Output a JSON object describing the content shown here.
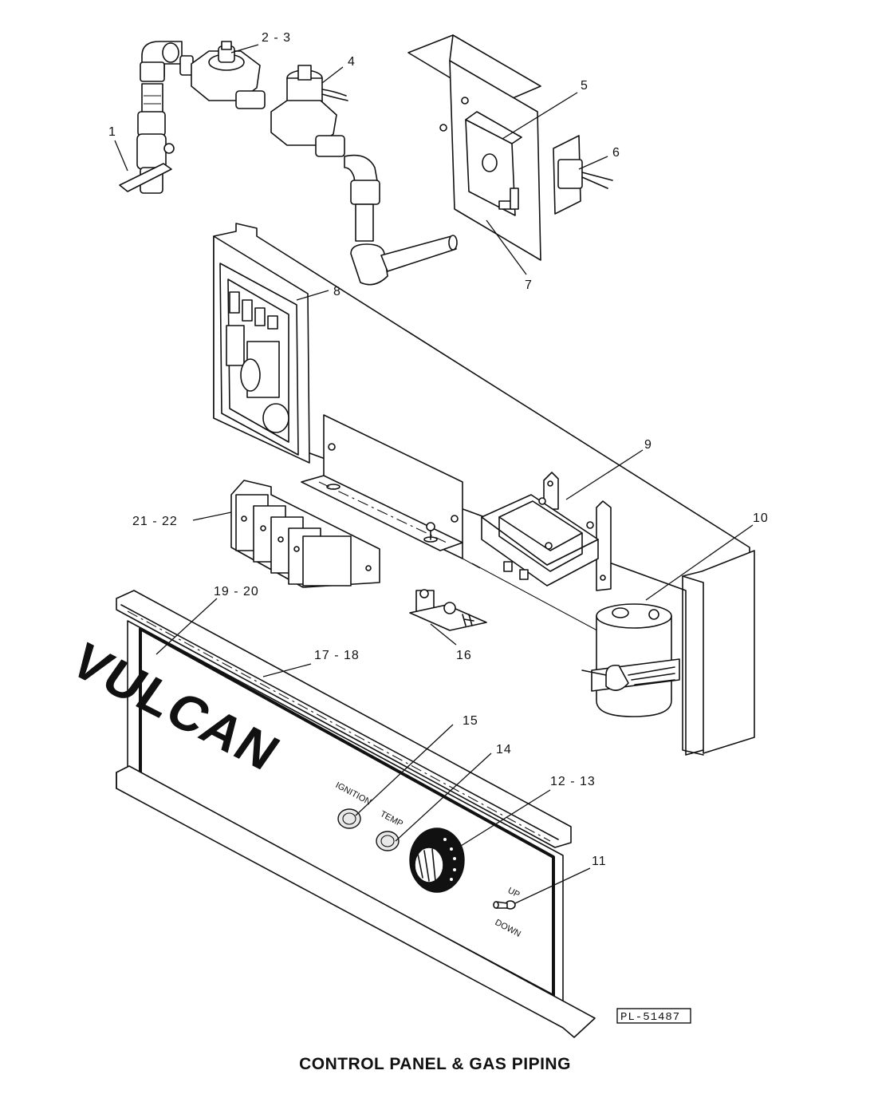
{
  "caption": "CONTROL  PANEL  &  GAS PIPING",
  "drawing_ref": "PL-51487",
  "brand": "VULCAN",
  "panel_labels": {
    "ignition": "IGNITION",
    "temp": "TEMP",
    "up": "UP",
    "down": "DOWN"
  },
  "callouts": [
    "1",
    "2 - 3",
    "4",
    "5",
    "6",
    "7",
    "8",
    "9",
    "10",
    "11",
    "12 - 13",
    "14",
    "15",
    "16",
    "17 - 18",
    "19 - 20",
    "21 - 22"
  ]
}
